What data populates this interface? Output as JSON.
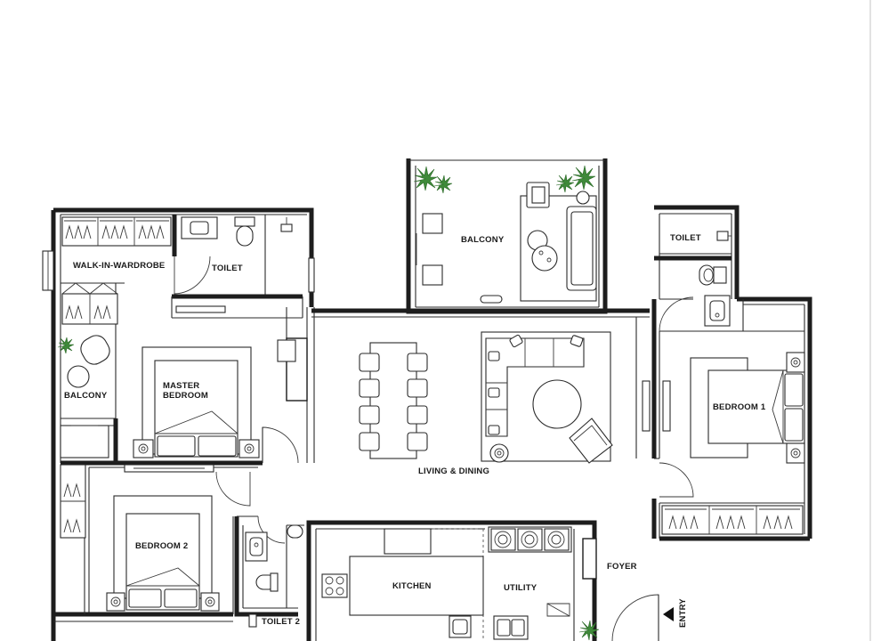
{
  "rooms": {
    "balcony_top": "BALCONY",
    "walk_in_wardrobe": "WALK-IN-WARDROBE",
    "toilet_master": "TOILET",
    "toilet_right": "TOILET",
    "master_bedroom_line1": "MASTER",
    "master_bedroom_line2": "BEDROOM",
    "balcony_left": "BALCONY",
    "living_dining": "LIVING & DINING",
    "bedroom_1": "BEDROOM 1",
    "bedroom_2": "BEDROOM 2",
    "kitchen": "KITCHEN",
    "utility": "UTILITY",
    "foyer": "FOYER",
    "toilet_2": "TOILET 2",
    "entry": "ENTRY"
  },
  "colors": {
    "wall": "#1d1d1d",
    "plant": "#3f8a3a",
    "background": "#ffffff"
  }
}
